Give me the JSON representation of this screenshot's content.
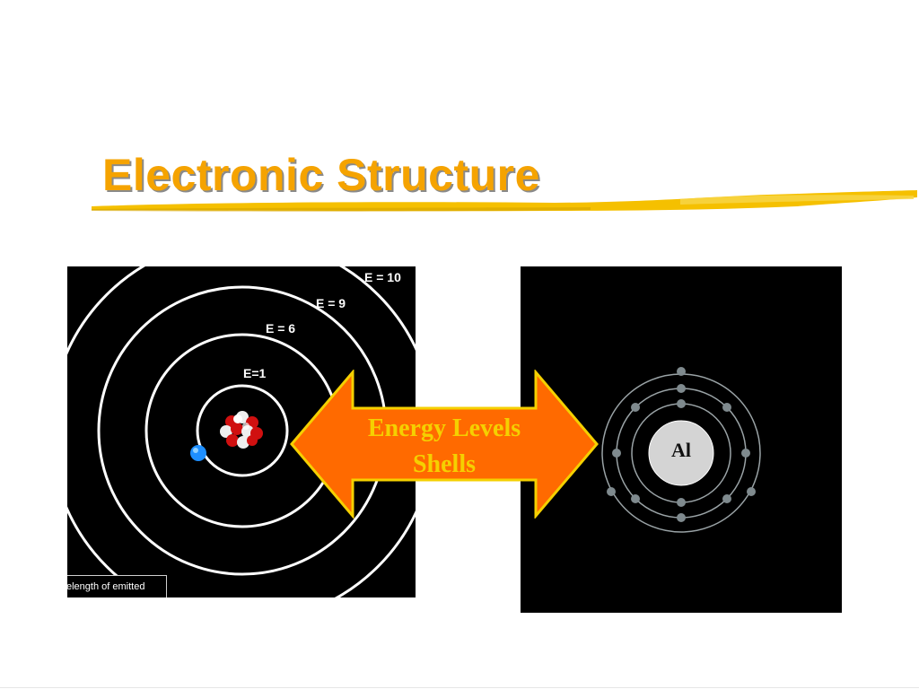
{
  "slide": {
    "title": "Electronic Structure"
  },
  "bohr_model": {
    "levels": [
      {
        "label": "E = 10"
      },
      {
        "label": "E = 9"
      },
      {
        "label": "E = 6"
      },
      {
        "label": "E=1"
      }
    ],
    "caption": "elength of emitted"
  },
  "arrow": {
    "line1": "Energy Levels",
    "line2": "Shells"
  },
  "shell_model": {
    "element_symbol": "Al",
    "shells": [
      {
        "electrons": 2
      },
      {
        "electrons": 8
      },
      {
        "electrons": 3
      }
    ]
  },
  "colors": {
    "title": "#f5a300",
    "arrow_fill": "#ff6a00",
    "arrow_outline": "#f5d000",
    "arrow_text": "#f5d000",
    "electron_blue": "#1e8fff",
    "proton_red": "#d01010",
    "shell_electron": "#7f8a8e"
  }
}
